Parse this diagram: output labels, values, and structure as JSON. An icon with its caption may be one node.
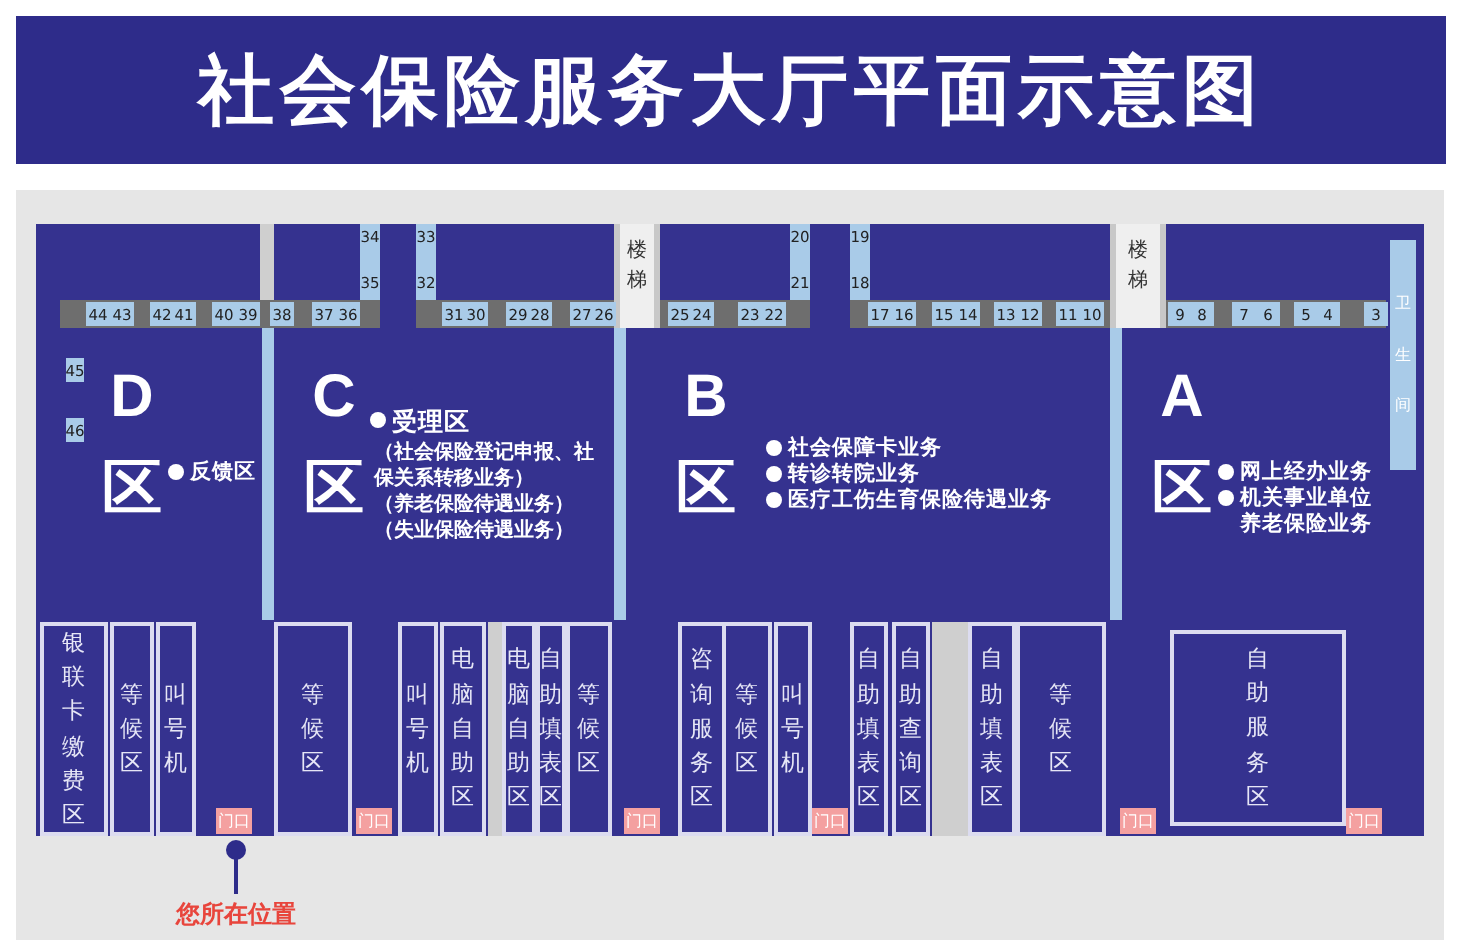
{
  "diagram": {
    "title": "社会保险服务大厅平面示意图",
    "nodes": [
      {
        "text": [
          "D区",
          "反馈区"
        ]
      },
      {
        "text": [
          "C区",
          "受理区",
          "（社会保险登记申报、社保关系转移业务）",
          "（养老保险待遇业务）",
          "（失业保险待遇业务）"
        ]
      },
      {
        "text": [
          "B区",
          "社会保障卡业务",
          "转诊转院业务",
          "医疗工伤生育保险待遇业务"
        ]
      },
      {
        "text": [
          "A区",
          "网上经办业务",
          "机关事业单位养老保险业务"
        ]
      },
      {
        "text": [
          "楼梯"
        ]
      },
      {
        "text": [
          "楼梯"
        ]
      },
      {
        "text": [
          "卫生间"
        ]
      },
      {
        "text": [
          "银联卡缴费区"
        ]
      },
      {
        "text": [
          "等候区"
        ]
      },
      {
        "text": [
          "叫号机"
        ]
      },
      {
        "text": [
          "门口"
        ]
      },
      {
        "text": [
          "等候区"
        ]
      },
      {
        "text": [
          "门口"
        ]
      },
      {
        "text": [
          "叫号机"
        ]
      },
      {
        "text": [
          "电脑自助区"
        ]
      },
      {
        "text": [
          "电脑自助区"
        ]
      },
      {
        "text": [
          "自助填表区"
        ]
      },
      {
        "text": [
          "等候区"
        ]
      },
      {
        "text": [
          "门口"
        ]
      },
      {
        "text": [
          "咨询服务区"
        ]
      },
      {
        "text": [
          "等候区"
        ]
      },
      {
        "text": [
          "叫号机"
        ]
      },
      {
        "text": [
          "门口"
        ]
      },
      {
        "text": [
          "自助填表区"
        ]
      },
      {
        "text": [
          "自助查询区"
        ]
      },
      {
        "text": [
          "自助填表区"
        ]
      },
      {
        "text": [
          "等候区"
        ]
      },
      {
        "text": [
          "门口"
        ]
      },
      {
        "text": [
          "自助服务区"
        ]
      },
      {
        "text": [
          "门口"
        ]
      }
    ],
    "labels": [
      "34",
      "33",
      "20",
      "19",
      "35",
      "32",
      "21",
      "18",
      "44",
      "43",
      "42",
      "41",
      "40",
      "39",
      "38",
      "37",
      "36",
      "31",
      "30",
      "29",
      "28",
      "27",
      "26",
      "25",
      "24",
      "23",
      "22",
      "17",
      "16",
      "15",
      "14",
      "13",
      "12",
      "11",
      "10",
      "9",
      "8",
      "7",
      "6",
      "5",
      "4",
      "3",
      "45",
      "46",
      "您所在位置"
    ]
  }
}
